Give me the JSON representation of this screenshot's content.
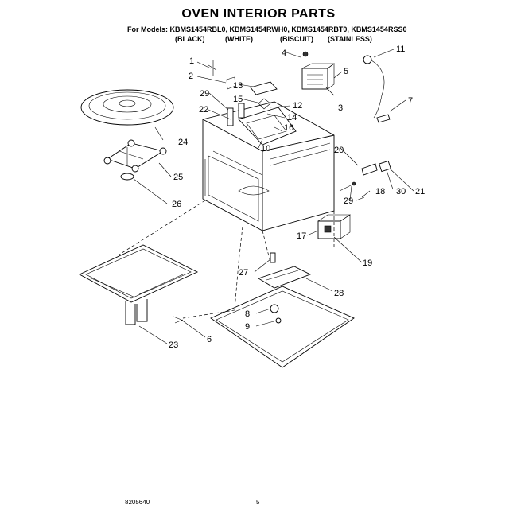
{
  "header": {
    "title": "OVEN INTERIOR PARTS",
    "models_prefix": "For Models:",
    "models": "KBMS1454RBL0, KBMS1454RWH0, KBMS1454RBT0, KBMS1454RSS0",
    "colors": [
      "(BLACK)",
      "(WHITE)",
      "(BISCUIT)",
      "(STAINLESS)"
    ]
  },
  "parts": [
    "1",
    "2",
    "3",
    "4",
    "5",
    "6",
    "7",
    "8",
    "9",
    "10",
    "11",
    "12",
    "13",
    "14",
    "15",
    "16",
    "17",
    "18",
    "19",
    "20",
    "21",
    "22",
    "23",
    "24",
    "25",
    "26",
    "27",
    "28",
    "29",
    "29",
    "30"
  ],
  "footer": {
    "doc_number": "8205640",
    "page": "5"
  }
}
